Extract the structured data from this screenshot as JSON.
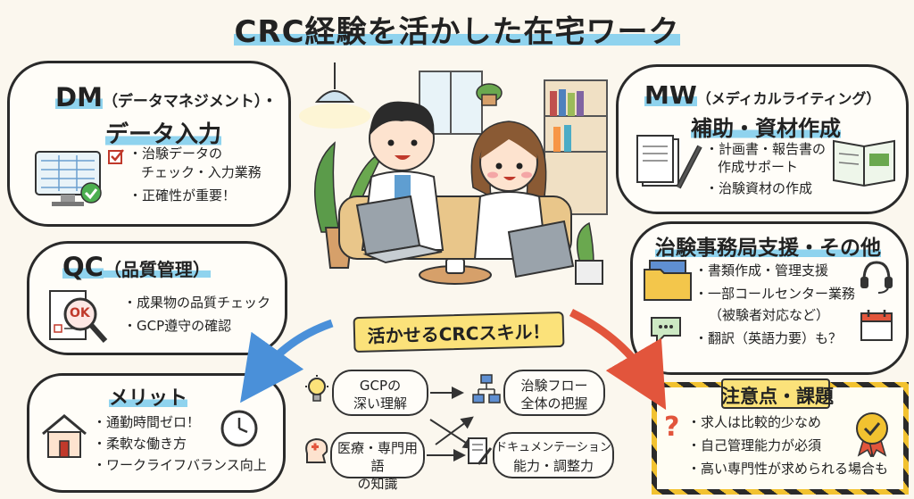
{
  "title": "CRC経験を活かした在宅ワーク",
  "dm": {
    "title_main": "DM",
    "title_sub": "（データマネジメント）・",
    "title_line2": "データ入力",
    "bullets": [
      "・治験データの",
      "チェック・入力業務",
      "・正確性が重要！"
    ]
  },
  "qc": {
    "title_main": "QC",
    "title_sub": "（品質管理）",
    "ok_label": "OK",
    "bullets": [
      "・成果物の品質チェック",
      "・GCP遵守の確認"
    ]
  },
  "merit": {
    "title": "メリット",
    "bullets": [
      "・通勤時間ゼロ！",
      "・柔軟な働き方",
      "・ワークライフバランス向上"
    ]
  },
  "mw": {
    "title_main": "MW",
    "title_sub": "（メディカルライティング）",
    "title_line2": "補助・資材作成",
    "bullets": [
      "・計画書・報告書の",
      "作成サポート",
      "・治験資材の作成"
    ]
  },
  "office": {
    "title": "治験事務局支援・その他",
    "bullets": [
      "・書類作成・管理支援",
      "・一部コールセンター業務",
      "（被験者対応など）",
      "・翻訳（英語力要）も？"
    ]
  },
  "skills": {
    "banner": "活かせるCRCスキル！",
    "items": [
      {
        "line1": "GCPの",
        "line2": "深い理解"
      },
      {
        "line1": "治験フロー",
        "line2": "全体の把握"
      },
      {
        "line1": "医療・専門用語",
        "line2": "の知識"
      },
      {
        "line1": "ドキュメンテーション",
        "line2": "能力・調整力"
      }
    ]
  },
  "caution": {
    "title": "注意点・課題",
    "bullets": [
      "・求人は比較的少なめ",
      "・自己管理能力が必須",
      "・高い専門性が求められる場合も"
    ]
  },
  "colors": {
    "highlight": "#8fd3ee",
    "arrow_blue": "#4a90d9",
    "arrow_red": "#e2553c",
    "banner_yellow": "#fbe27a",
    "caution_stripe": "#f2c230"
  }
}
